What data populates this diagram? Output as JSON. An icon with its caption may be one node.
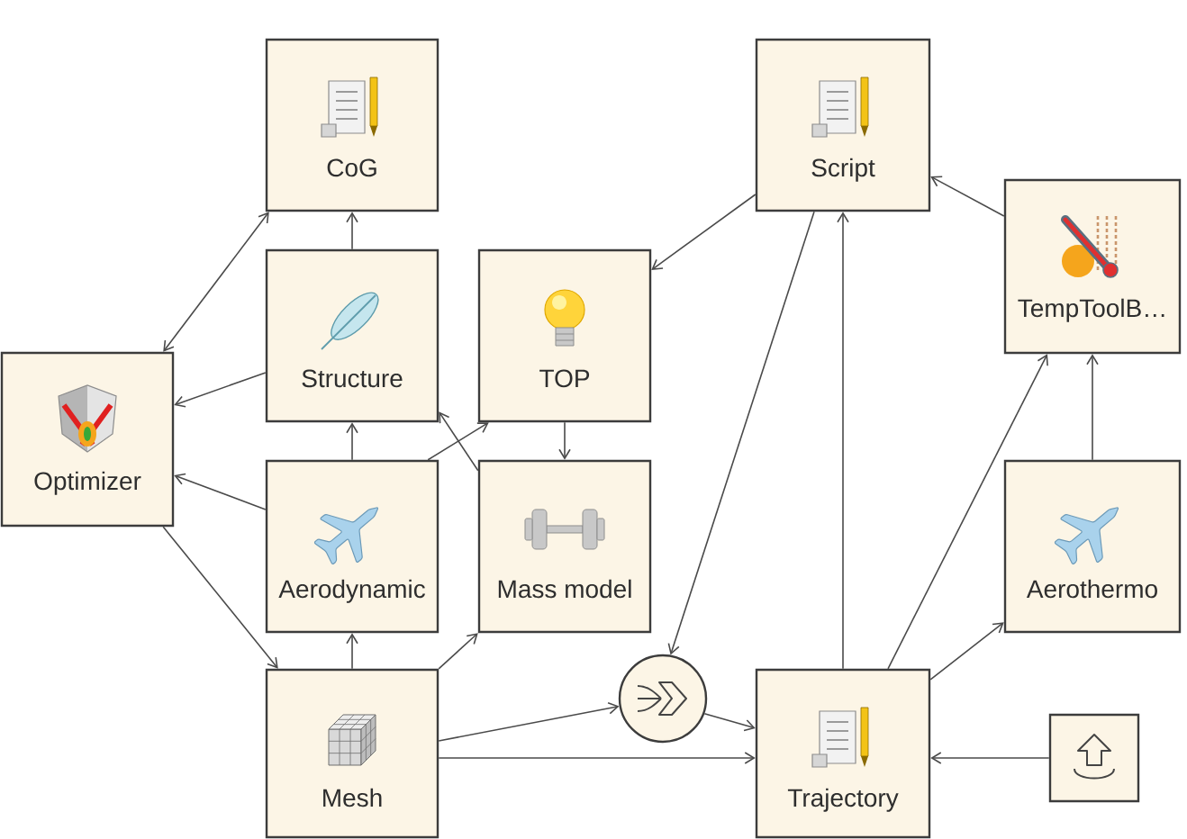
{
  "diagram": {
    "nodes": [
      {
        "text": [
          "CoG"
        ]
      },
      {
        "text": [
          "Script"
        ]
      },
      {
        "text": [
          "Structure"
        ]
      },
      {
        "text": [
          "TOP"
        ]
      },
      {
        "text": [
          "TempToolB…"
        ]
      },
      {
        "text": [
          "Optimizer"
        ]
      },
      {
        "text": [
          "Aerodynamic"
        ]
      },
      {
        "text": [
          "Mass model"
        ]
      },
      {
        "text": [
          "Aerothermo"
        ]
      },
      {
        "text": [
          "Mesh"
        ]
      },
      {
        "text": [],
        "shape": "circle"
      },
      {
        "text": [
          "Trajectory"
        ]
      },
      {
        "text": [],
        "shape": "box"
      }
    ],
    "edges": [
      {
        "from": 5,
        "to": 0,
        "arrow": "both"
      },
      {
        "from": 2,
        "to": 5,
        "arrow": "to"
      },
      {
        "from": 2,
        "to": 0,
        "arrow": "to"
      },
      {
        "from": 6,
        "to": 5,
        "arrow": "to"
      },
      {
        "from": 5,
        "to": 9,
        "arrow": "to"
      },
      {
        "from": 9,
        "to": 6,
        "arrow": "to"
      },
      {
        "from": 9,
        "to": 7,
        "arrow": "to"
      },
      {
        "from": 6,
        "to": 2,
        "arrow": "to"
      },
      {
        "from": 6,
        "to": 3,
        "arrow": "to"
      },
      {
        "from": 7,
        "to": 2,
        "arrow": "to"
      },
      {
        "from": 3,
        "to": 7,
        "arrow": "to"
      },
      {
        "from": 1,
        "to": 3,
        "arrow": "to"
      },
      {
        "from": 1,
        "to": 10,
        "arrow": "to"
      },
      {
        "from": 11,
        "to": 1,
        "arrow": "to"
      },
      {
        "from": 4,
        "to": 1,
        "arrow": "to"
      },
      {
        "from": 11,
        "to": 4,
        "arrow": "to"
      },
      {
        "from": 8,
        "to": 4,
        "arrow": "to"
      },
      {
        "from": 11,
        "to": 8,
        "arrow": "to"
      },
      {
        "from": 12,
        "to": 11,
        "arrow": "to"
      },
      {
        "from": 9,
        "to": 10,
        "arrow": "to"
      },
      {
        "from": 10,
        "to": 11,
        "arrow": "to"
      },
      {
        "from": 9,
        "to": 11,
        "arrow": "to"
      }
    ]
  }
}
